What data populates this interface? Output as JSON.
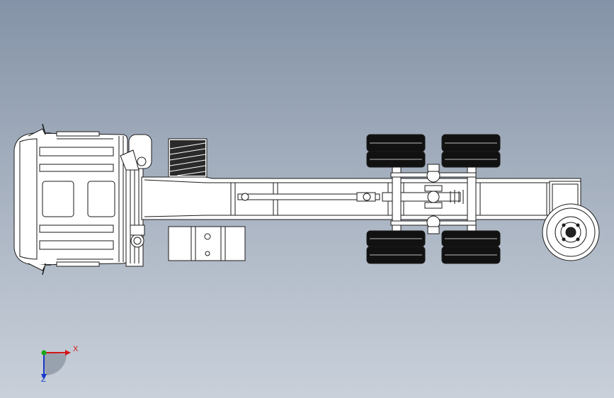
{
  "viewport": {
    "background_top": "#8493a7",
    "background_bottom": "#c9d0da",
    "line_color": "#1a1a1a",
    "part_fill": "#ffffff"
  },
  "triad": {
    "x_label": "X",
    "z_label": "Z",
    "x_color": "#d01818",
    "y_color": "#18a818",
    "z_color": "#1838c8"
  },
  "parts": [
    "cab",
    "frame-rails",
    "driveshaft",
    "air-filter",
    "radiator-grille",
    "fuel-tank",
    "tandem-rear-wheels",
    "spare-wheel"
  ]
}
